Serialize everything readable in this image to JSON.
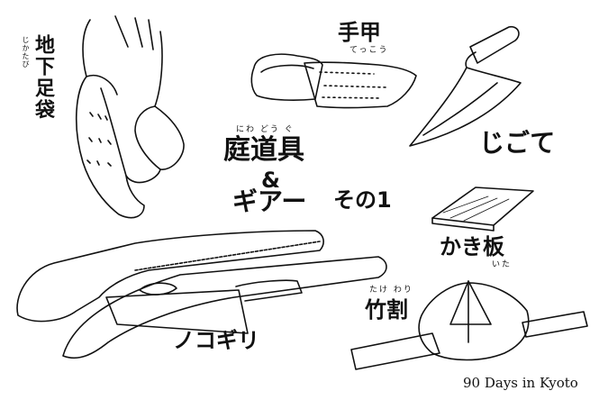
{
  "title": {
    "main": "庭道具",
    "ruby": "にわ どう ぐ",
    "amp": "&",
    "gear": "ギアー",
    "part": "その1"
  },
  "items": {
    "jikatabi": {
      "label": "地下足袋",
      "ruby": "じかたび"
    },
    "tekkou": {
      "label": "手甲",
      "ruby": "てっこう"
    },
    "jigote": {
      "label": "じごて"
    },
    "kakiita": {
      "label": "かき板",
      "ruby": "いた"
    },
    "takewari": {
      "label": "竹割",
      "ruby": "たけ わり"
    },
    "nokogiri": {
      "label": "ノコギリ"
    }
  },
  "credit": "90 Days in Kyoto",
  "colors": {
    "ink": "#111111",
    "paper": "#ffffff"
  }
}
